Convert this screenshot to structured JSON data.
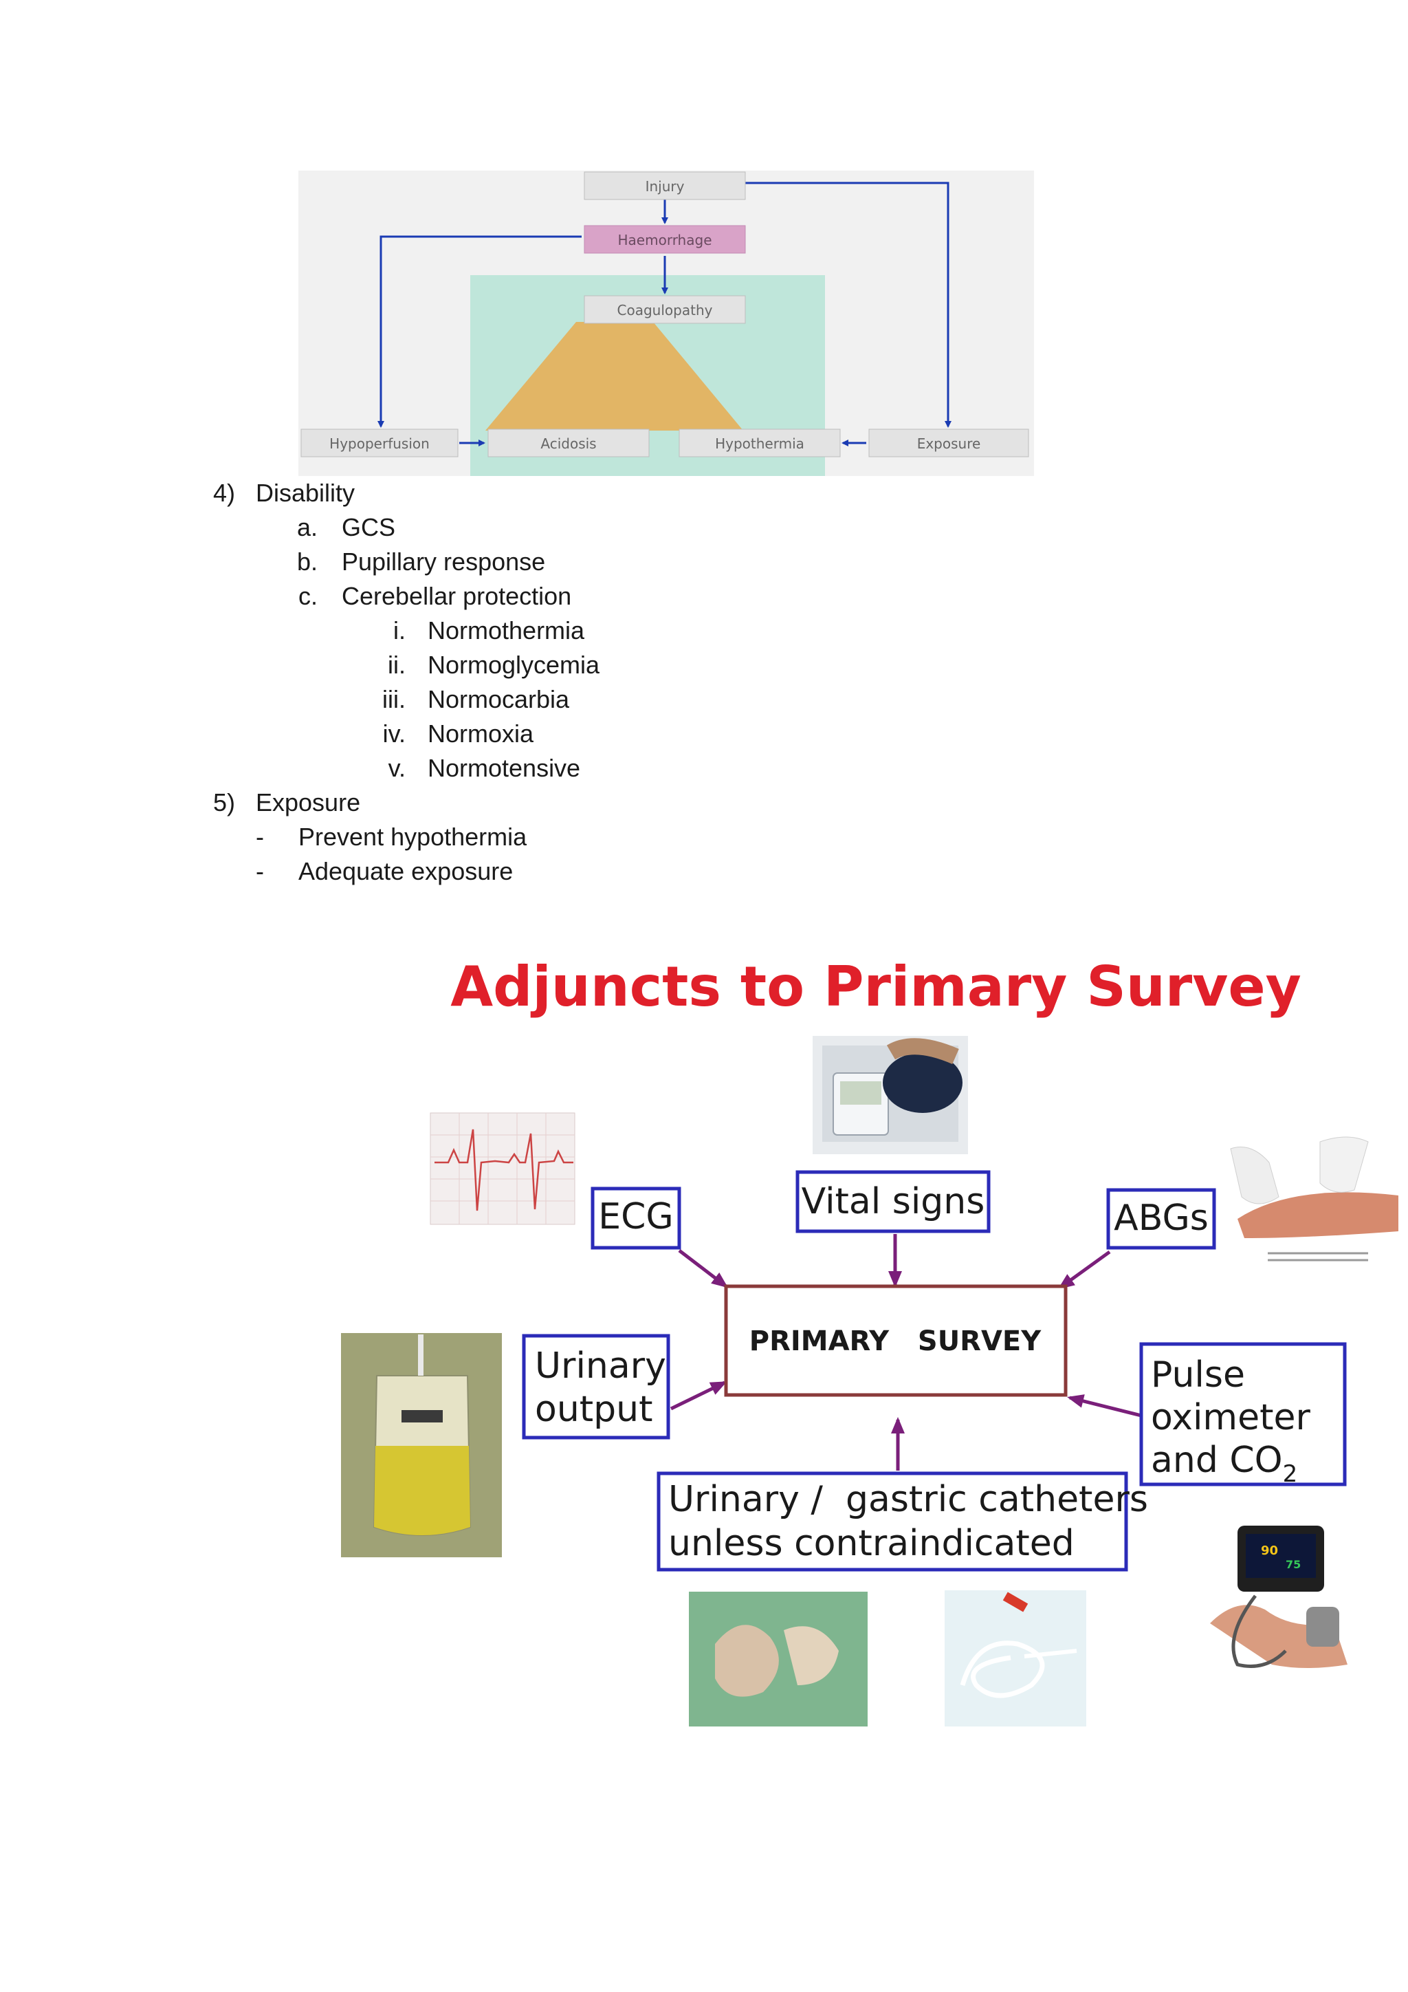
{
  "triad": {
    "injury": "Injury",
    "haemorrhage": "Haemorrhage",
    "coagulopathy": "Coagulopathy",
    "hypoperfusion": "Hypoperfusion",
    "acidosis": "Acidosis",
    "hypothermia": "Hypothermia",
    "exposure": "Exposure",
    "colors": {
      "box": "#e3e3e3",
      "haemorrhage": "#d9a3c8",
      "arrow": "#1a3bb3",
      "zone": "#bfe6da",
      "triangle": "#e2b565"
    }
  },
  "outline": {
    "disability": {
      "marker": "4)",
      "title": "Disability",
      "items": [
        {
          "marker": "a.",
          "text": "GCS"
        },
        {
          "marker": "b.",
          "text": "Pupillary response"
        },
        {
          "marker": "c.",
          "text": "Cerebellar protection"
        }
      ],
      "subitems": [
        {
          "marker": "i.",
          "text": "Normothermia"
        },
        {
          "marker": "ii.",
          "text": "Normoglycemia"
        },
        {
          "marker": "iii.",
          "text": "Normocarbia"
        },
        {
          "marker": "iv.",
          "text": "Normoxia"
        },
        {
          "marker": "v.",
          "text": "Normotensive"
        }
      ]
    },
    "exposure": {
      "marker": "5)",
      "title": "Exposure",
      "items": [
        {
          "marker": "-",
          "text": "Prevent hypothermia"
        },
        {
          "marker": "-",
          "text": "Adequate exposure"
        }
      ]
    }
  },
  "adjuncts": {
    "title": "Adjuncts to Primary Survey",
    "center": "PRIMARY   SURVEY",
    "ecg": "ECG",
    "vital_signs": "Vital signs",
    "abgs": "ABGs",
    "urinary_output_1": "Urinary",
    "urinary_output_2": "output",
    "pulse_1": "Pulse",
    "pulse_2": "oximeter",
    "pulse_3": "and CO",
    "pulse_sub": "2",
    "catheters_1": "Urinary /  gastric catheters",
    "catheters_2": "unless contraindicated",
    "colors": {
      "title": "#e0202a",
      "box_border": "#2b2bb8",
      "center_border": "#8a3a3a",
      "arrow": "#7a1f7a"
    }
  }
}
